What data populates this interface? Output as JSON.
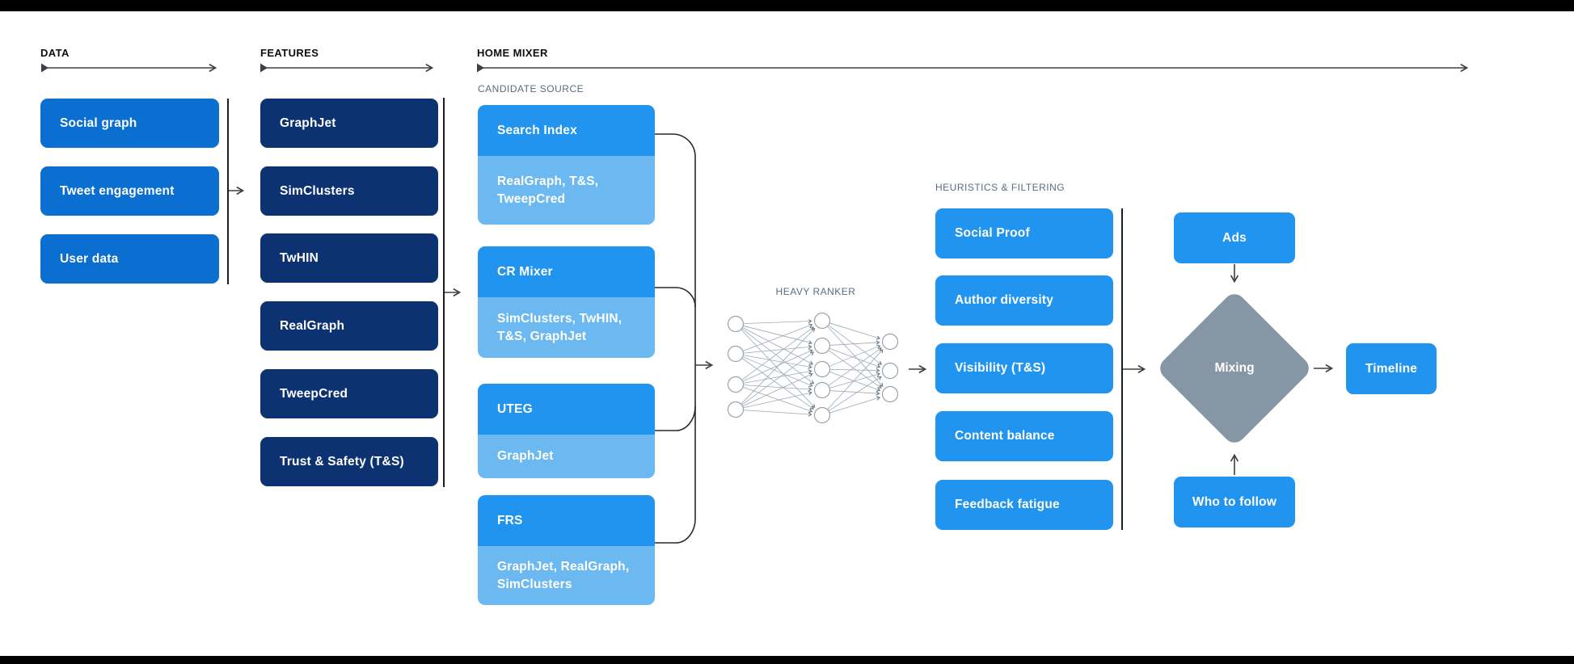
{
  "colors": {
    "azure": "#2194EF",
    "light_blue": "#6CB9F2",
    "data_blue": "#0B6FD2",
    "navy": "#0C3272",
    "slate": "#8796A5",
    "label_gray": "#5C6C7D",
    "label_black": "#0B0E11"
  },
  "data_col": {
    "label": "DATA",
    "items": [
      "Social graph",
      "Tweet engagement",
      "User data"
    ]
  },
  "features_col": {
    "label": "FEATURES",
    "items": [
      "GraphJet",
      "SimClusters",
      "TwHIN",
      "RealGraph",
      "TweepCred",
      "Trust & Safety (T&S)"
    ]
  },
  "home_mixer": {
    "label": "HOME MIXER",
    "candidate_source_label": "CANDIDATE SOURCE",
    "candidates": [
      {
        "title": "Search Index",
        "deps": "RealGraph, T&S,\nTweepCred"
      },
      {
        "title": "CR Mixer",
        "deps": "SimClusters, TwHIN,\nT&S, GraphJet"
      },
      {
        "title": "UTEG",
        "deps": "GraphJet"
      },
      {
        "title": "FRS",
        "deps": "GraphJet, RealGraph,\nSimClusters"
      }
    ],
    "heavy_ranker": {
      "label": "HEAVY RANKER",
      "layers": [
        4,
        5,
        3
      ]
    },
    "heuristics": {
      "label": "HEURISTICS & FILTERING",
      "items": [
        "Social Proof",
        "Author diversity",
        "Visibility (T&S)",
        "Content balance",
        "Feedback fatigue"
      ]
    },
    "mixing": {
      "ads": "Ads",
      "diamond": "Mixing",
      "who_to_follow": "Who to follow",
      "timeline": "Timeline"
    }
  }
}
